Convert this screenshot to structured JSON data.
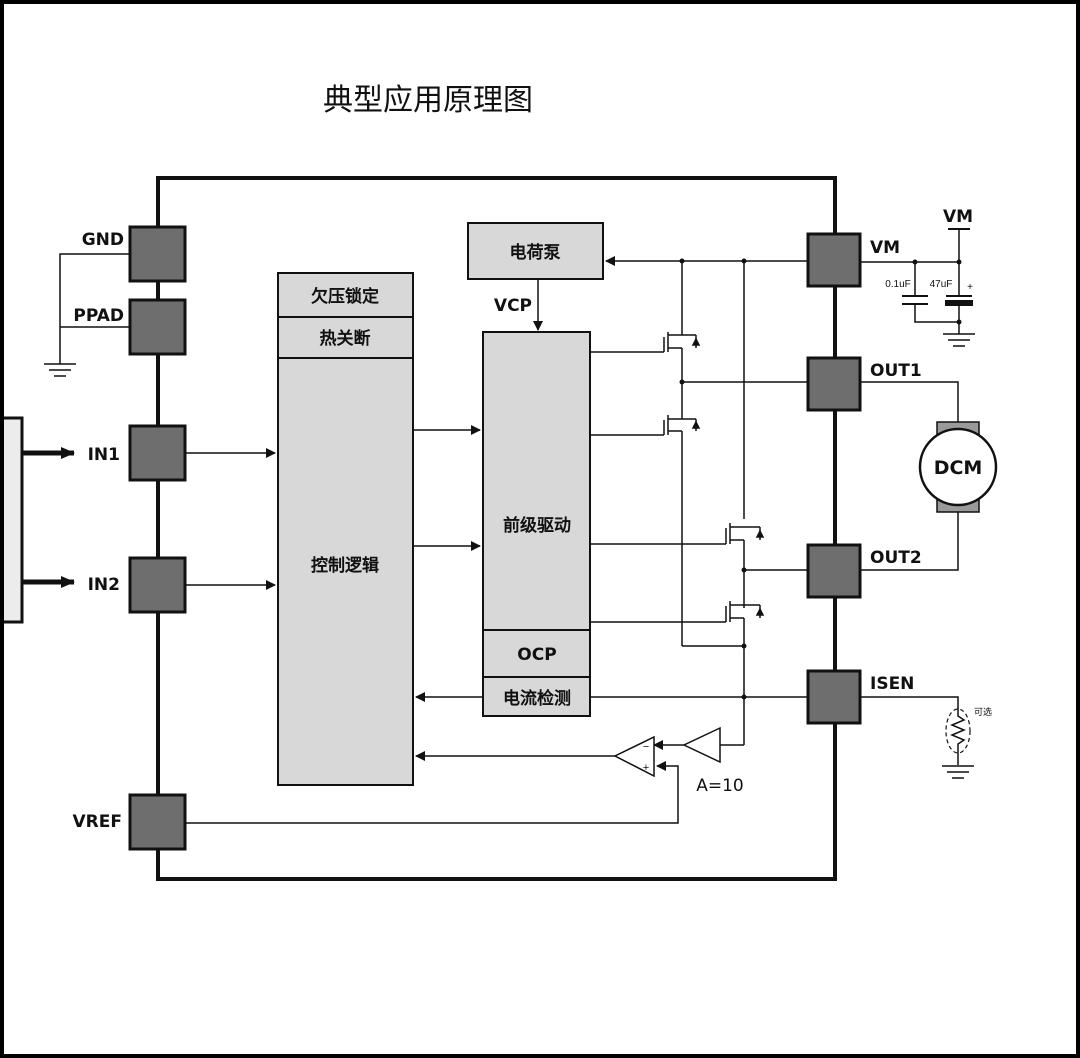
{
  "title": "典型应用原理图",
  "blocks": {
    "uvlo": "欠压锁定",
    "tsd": "热关断",
    "control_logic": "控制逻辑",
    "charge_pump": "电荷泵",
    "vcp": "VCP",
    "predriver": "前级驱动",
    "ocp": "OCP",
    "current_detect": "电流检测"
  },
  "pins": {
    "gnd": "GND",
    "ppad": "PPAD",
    "in1": "IN1",
    "in2": "IN2",
    "vref": "VREF",
    "vm": "VM",
    "out1": "OUT1",
    "out2": "OUT2",
    "isen": "ISEN"
  },
  "external": {
    "vm_supply": "VM",
    "cap1": "0.1uF",
    "cap2": "47uF",
    "cap2_polarity": "+",
    "motor": "DCM",
    "optional": "可选",
    "amp_gain": "A=10"
  },
  "colors": {
    "block_fill": "#d8d8d8",
    "pin_fill": "#6e6e6e",
    "line": "#111111",
    "background": "#ffffff",
    "frame": "#000000"
  }
}
